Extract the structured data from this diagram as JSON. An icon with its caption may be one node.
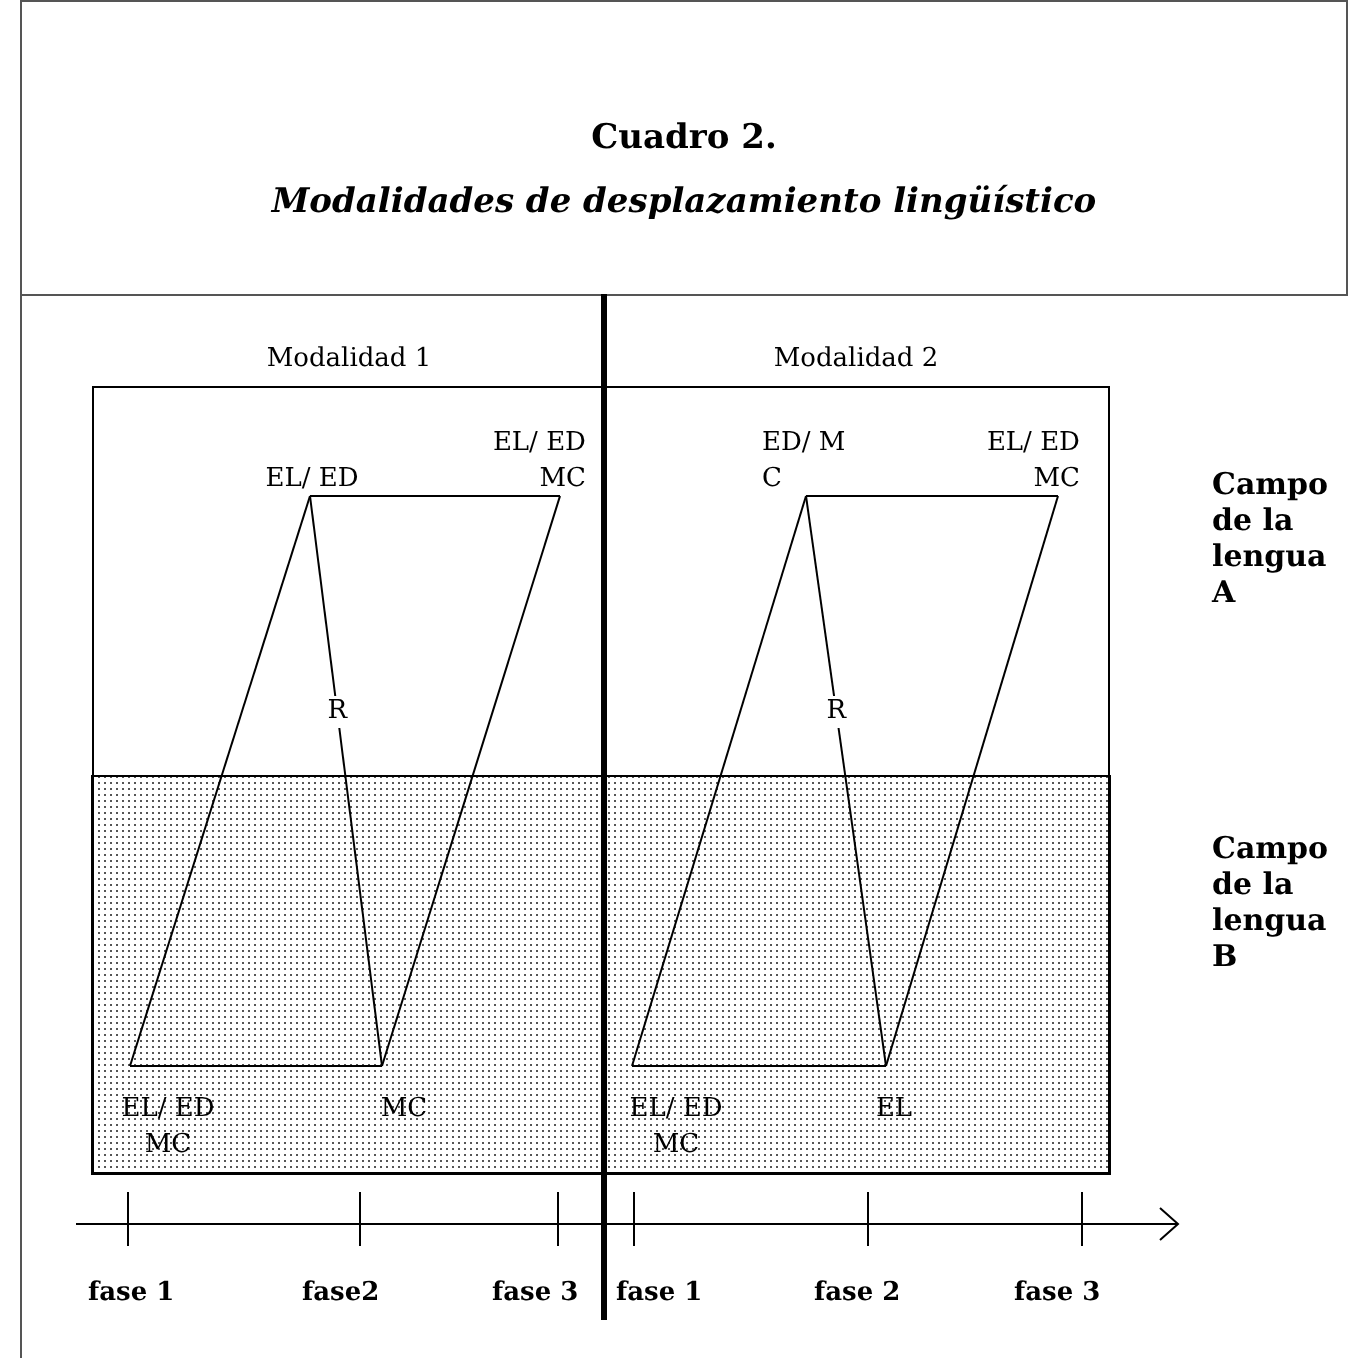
{
  "diagram": {
    "title": "Cuadro 2.",
    "caption": "Modalidades de desplazamiento lingüístico",
    "nodes": [
      {
        "text": [
          "Modalidad 1"
        ]
      },
      {
        "text": [
          "EL/ ED"
        ],
        "in": 0
      },
      {
        "text": [
          "EL/ ED MC"
        ],
        "in": 0
      },
      {
        "text": [
          "EL/ ED MC"
        ],
        "in": 0
      },
      {
        "text": [
          "MC"
        ],
        "in": 0
      },
      {
        "text": [
          "Modalidad 2"
        ]
      },
      {
        "text": [
          "ED/ M C"
        ],
        "in": 5
      },
      {
        "text": [
          "EL/ ED MC"
        ],
        "in": 5
      },
      {
        "text": [
          "EL/ ED MC"
        ],
        "in": 5
      },
      {
        "text": [
          "EL"
        ],
        "in": 5
      }
    ],
    "edges": [
      {
        "from": 3,
        "to": 1,
        "arrow": "none"
      },
      {
        "from": 1,
        "to": 2,
        "arrow": "none"
      },
      {
        "from": 1,
        "to": 4,
        "arrow": "none",
        "label": "R"
      },
      {
        "from": 4,
        "to": 2,
        "arrow": "none"
      },
      {
        "from": 3,
        "to": 4,
        "arrow": "none"
      },
      {
        "from": 8,
        "to": 6,
        "arrow": "none"
      },
      {
        "from": 6,
        "to": 7,
        "arrow": "none"
      },
      {
        "from": 6,
        "to": 9,
        "arrow": "none",
        "label": "R"
      },
      {
        "from": 9,
        "to": 7,
        "arrow": "none"
      },
      {
        "from": 8,
        "to": 9,
        "arrow": "none"
      }
    ],
    "labels": [
      "Campo de la lengua A",
      "Campo de la lengua B",
      "fase 1",
      "fase2",
      "fase 3",
      "fase 1",
      "fase 2",
      "fase 3"
    ]
  }
}
